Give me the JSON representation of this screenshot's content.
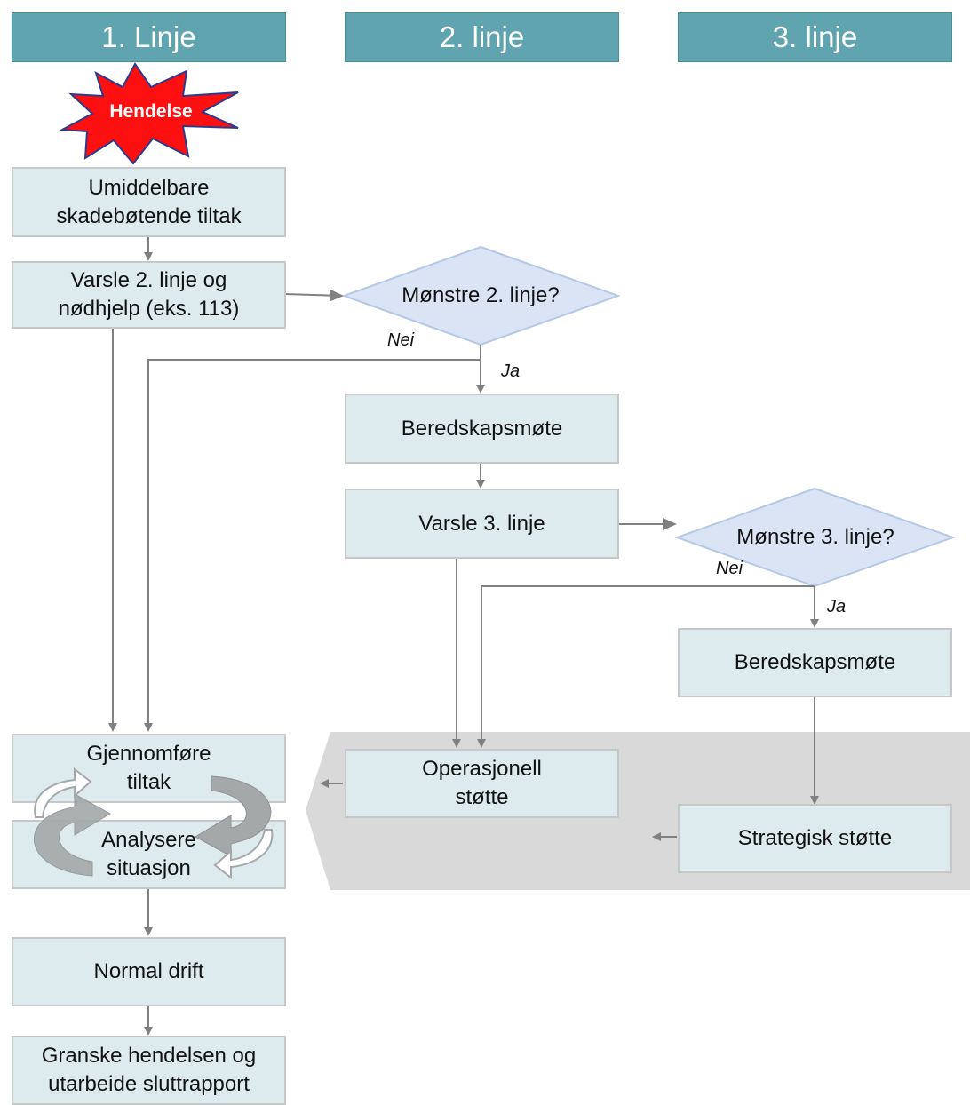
{
  "headers": {
    "line1": "1. Linje",
    "line2": "2. linje",
    "line3": "3. linje"
  },
  "event_label": "Hendelse",
  "nodes": {
    "immediate": "Umiddelbare skadebøtende tiltak",
    "notify2": "Varsle 2. linje og nødhjelp (eks. 113)",
    "muster2": "Mønstre 2. linje?",
    "preparedness1": "Beredskapsmøte",
    "notify3": "Varsle 3. linje",
    "muster3": "Mønstre 3. linje?",
    "preparedness2": "Beredskapsmøte",
    "execute": "Gjennomføre tiltak",
    "analyse": "Analysere situasjon",
    "operational": "Operasjonell støtte",
    "strategic": "Strategisk støtte",
    "normal": "Normal drift",
    "investigate": "Granske hendelsen og utarbeide sluttrapport"
  },
  "branch_labels": {
    "no2": "Nei",
    "yes2": "Ja",
    "no3": "Nei",
    "yes3": "Ja"
  },
  "colors": {
    "header": "#5fa4ae",
    "box": "#deebee",
    "box_border": "#c7c9c9",
    "decision": "#dae4f5",
    "decision_border": "#b5c8e6",
    "burst": "#ff1010",
    "burst_border": "#2b3a8c",
    "connector": "#808080",
    "support_band": "#d9d9d9"
  }
}
